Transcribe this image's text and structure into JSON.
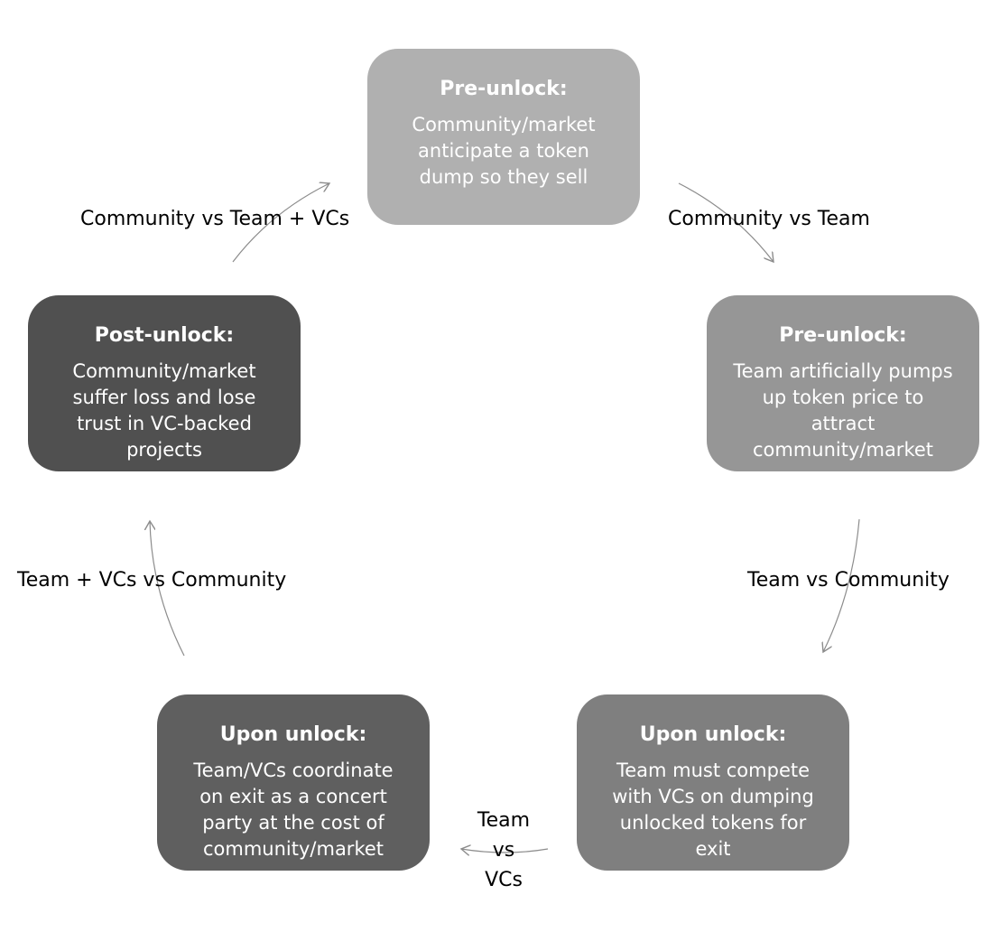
{
  "diagram": {
    "colors": {
      "node_top": "#b0b0b0",
      "node_right": "#969696",
      "node_bottom_right": "#7f7f7f",
      "node_bottom_left": "#5f5f5f",
      "node_left": "#505050",
      "arrow": "#8c8c8c"
    },
    "nodes": [
      {
        "title": "Pre-unlock:",
        "lines": [
          "Community/market",
          "anticipate a token",
          "dump so they sell"
        ]
      },
      {
        "title": "Pre-unlock:",
        "lines": [
          "Team artificially pumps",
          "up token price to",
          "attract",
          "community/market"
        ]
      },
      {
        "title": "Upon unlock:",
        "lines": [
          "Team must compete",
          "with VCs on dumping",
          "unlocked tokens for",
          "exit"
        ]
      },
      {
        "title": "Upon unlock:",
        "lines": [
          "Team/VCs coordinate",
          "on exit as a concert",
          "party at the cost of",
          "community/market"
        ]
      },
      {
        "title": "Post-unlock:",
        "lines": [
          "Community/market",
          "suffer loss and lose",
          "trust in VC-backed",
          "projects"
        ]
      }
    ],
    "edges": [
      {
        "label": "Community vs Team"
      },
      {
        "label": "Team vs Community"
      },
      {
        "label_lines": [
          "Team",
          "vs",
          "VCs"
        ]
      },
      {
        "label": "Team + VCs vs Community"
      },
      {
        "label": "Community vs Team + VCs"
      }
    ]
  }
}
